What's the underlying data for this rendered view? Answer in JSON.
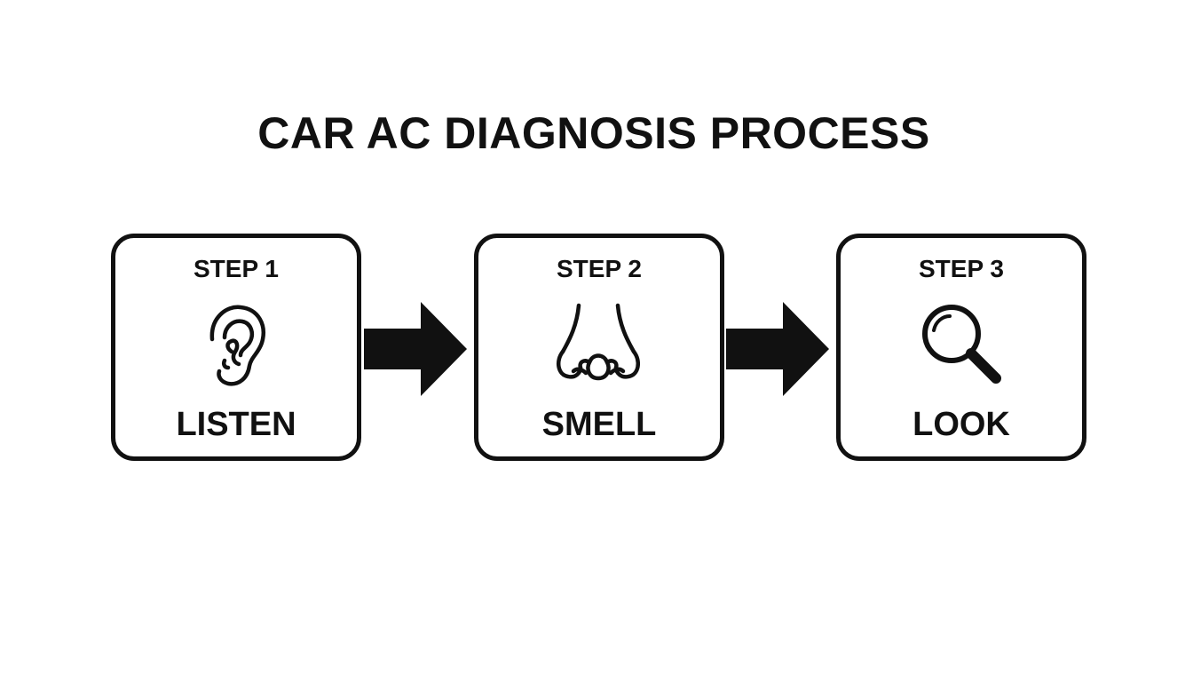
{
  "title": "CAR AC DIAGNOSIS PROCESS",
  "steps": [
    {
      "label": "STEP 1",
      "action": "LISTEN",
      "icon": "ear-icon"
    },
    {
      "label": "STEP 2",
      "action": "SMELL",
      "icon": "nose-icon"
    },
    {
      "label": "STEP 3",
      "action": "LOOK",
      "icon": "magnifier-icon"
    }
  ],
  "colors": {
    "stroke": "#111111",
    "background": "#ffffff"
  }
}
